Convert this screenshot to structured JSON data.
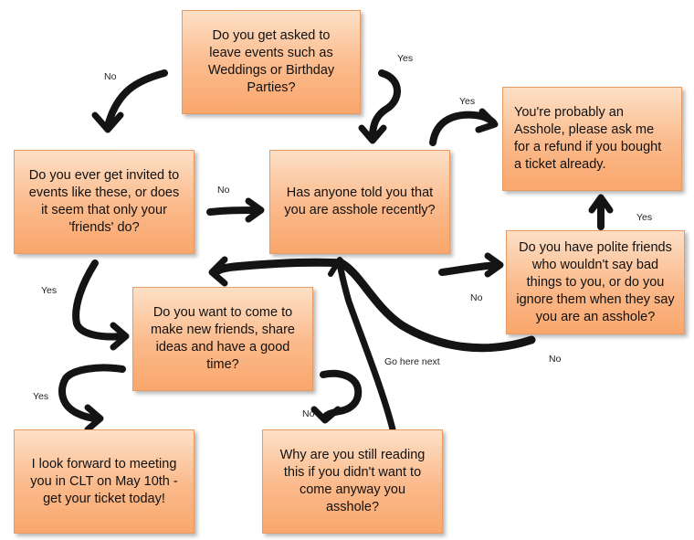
{
  "nodes": {
    "q_asked_to_leave": "Do you get asked to leave events such as Weddings or Birthday Parties?",
    "q_invited": "Do you ever get invited to events like these, or does it seem that only your 'friends' do?",
    "q_told_asshole": "Has anyone told you that you are asshole recently?",
    "r_refund": "You're probably an Asshole, please ask me for a refund if you bought a ticket already.",
    "q_polite_friends": "Do you have polite friends who wouldn't say bad things to you, or do you ignore them when they say you are an asshole?",
    "q_new_friends": "Do you want to come to make new friends, share ideas and have a good time?",
    "r_meeting": "I look forward to meeting you in CLT on May 10th - get your ticket today!",
    "r_still_reading": "Why are you still reading this if you didn't want to come anyway you asshole?"
  },
  "edge_labels": {
    "no_top": "No",
    "yes_top": "Yes",
    "yes_refund": "Yes",
    "no_mid": "No",
    "yes_polite": "Yes",
    "yes_left": "Yes",
    "no_center": "No",
    "no_right": "No",
    "yes_bottom": "Yes",
    "no_bottom": "No",
    "go_here_next": "Go here next"
  },
  "colors": {
    "box_fill": "#fbb98a",
    "box_border": "#e79a63",
    "arrow": "#141414"
  }
}
